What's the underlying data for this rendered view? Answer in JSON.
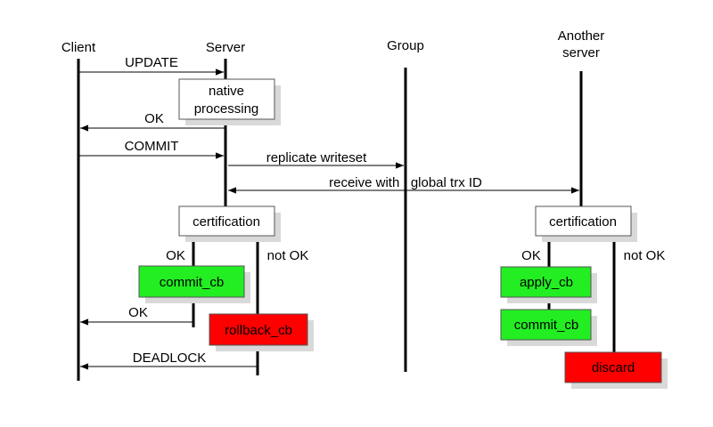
{
  "actors": {
    "client": "Client",
    "server": "Server",
    "group": "Group",
    "another_server_line1": "Another",
    "another_server_line2": "server"
  },
  "messages": {
    "update": "UPDATE",
    "ok_native": "OK",
    "commit": "COMMIT",
    "replicate": "replicate writeset",
    "receive": "receive with   global trx ID",
    "ok_commit": "OK",
    "deadlock": "DEADLOCK"
  },
  "boxes": {
    "native_line1": "native",
    "native_line2": "processing",
    "certification_server": "certification",
    "commit_cb_server": "commit_cb",
    "rollback_cb": "rollback_cb",
    "certification_another": "certification",
    "apply_cb": "apply_cb",
    "commit_cb_another": "commit_cb",
    "discard": "discard"
  },
  "branches": {
    "server_ok": "OK",
    "server_not_ok": "not OK",
    "another_ok": "OK",
    "another_not_ok": "not OK"
  },
  "colors": {
    "success": "#22ee22",
    "failure": "#ff0000",
    "neutral_box": "#ffffff",
    "shadow": "#d9d9d9",
    "line": "#000000"
  }
}
